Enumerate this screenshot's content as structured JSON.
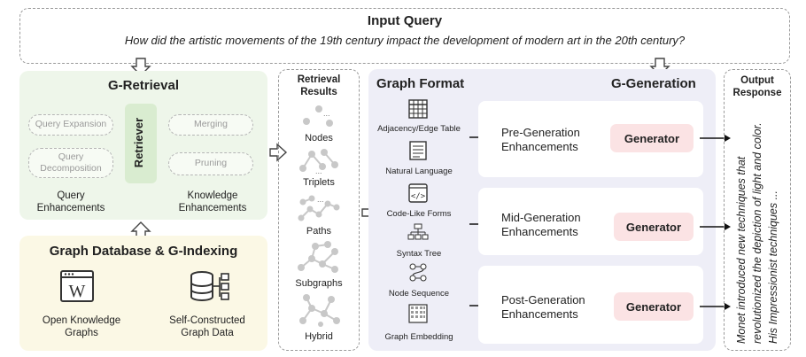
{
  "input_query": {
    "title": "Input Query",
    "question": "How did the artistic movements of the 19th century impact the development of modern art in the 20th century?"
  },
  "g_retrieval": {
    "title": "G-Retrieval",
    "retriever": "Retriever",
    "query_expansion": "Query Expansion",
    "query_decomposition": "Query Decomposition",
    "merging": "Merging",
    "pruning": "Pruning",
    "query_enhancements": "Query Enhancements",
    "knowledge_enhancements": "Knowledge Enhancements"
  },
  "graph_db": {
    "title": "Graph Database & G-Indexing",
    "open_kg": "Open Knowledge Graphs",
    "self_constructed": "Self-Constructed Graph Data"
  },
  "retrieval_results": {
    "title": "Retrieval Results",
    "items": [
      "Nodes",
      "Triplets",
      "Paths",
      "Subgraphs",
      "Hybrid"
    ]
  },
  "graph_format": {
    "title": "Graph Format",
    "items": [
      "Adjacency/Edge Table",
      "Natural Language",
      "Code-Like Forms",
      "Syntax Tree",
      "Node Sequence",
      "Graph Embedding"
    ]
  },
  "g_generation": {
    "title": "G-Generation",
    "stages": [
      {
        "label": "Pre-Generation Enhancements",
        "generator": "Generator"
      },
      {
        "label": "Mid-Generation Enhancements",
        "generator": "Generator"
      },
      {
        "label": "Post-Generation Enhancements",
        "generator": "Generator"
      }
    ]
  },
  "output": {
    "title": "Output Response",
    "text": "Monet introduced new techniques that revolutionized the depiction of light and color. His Impressionist techniques ..."
  },
  "colors": {
    "retrieval_bg": "#eef6ea",
    "retriever_bg": "#d9ecd0",
    "graphdb_bg": "#fbf8e5",
    "generation_bg": "#eeeef7",
    "generator_bg": "#fbe3e4"
  }
}
